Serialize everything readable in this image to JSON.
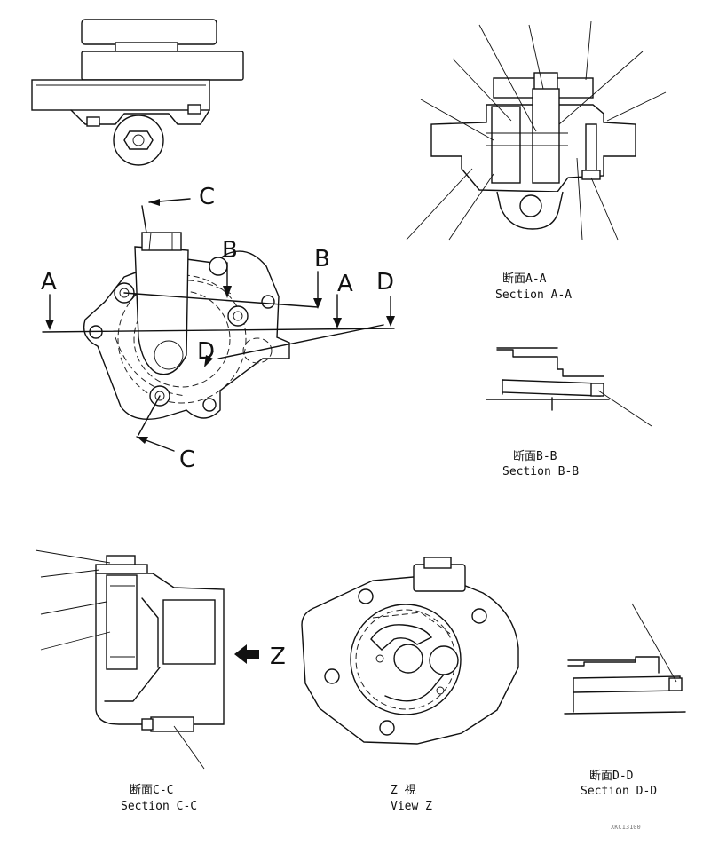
{
  "labels": {
    "cut_c": "C",
    "cut_a": "A",
    "cut_b": "B",
    "cut_d": "D",
    "view_z": "Z"
  },
  "captions": {
    "section_aa_jp": "断面A-A",
    "section_aa_en": "Section A-A",
    "section_bb_jp": "断面B-B",
    "section_bb_en": "Section B-B",
    "section_cc_jp": "断面C-C",
    "section_cc_en": "Section C-C",
    "view_z_jp": "Z 視",
    "view_z_en": "View Z",
    "section_dd_jp": "断面D-D",
    "section_dd_en": "Section D-D"
  },
  "drawing_number": "XKC13100"
}
